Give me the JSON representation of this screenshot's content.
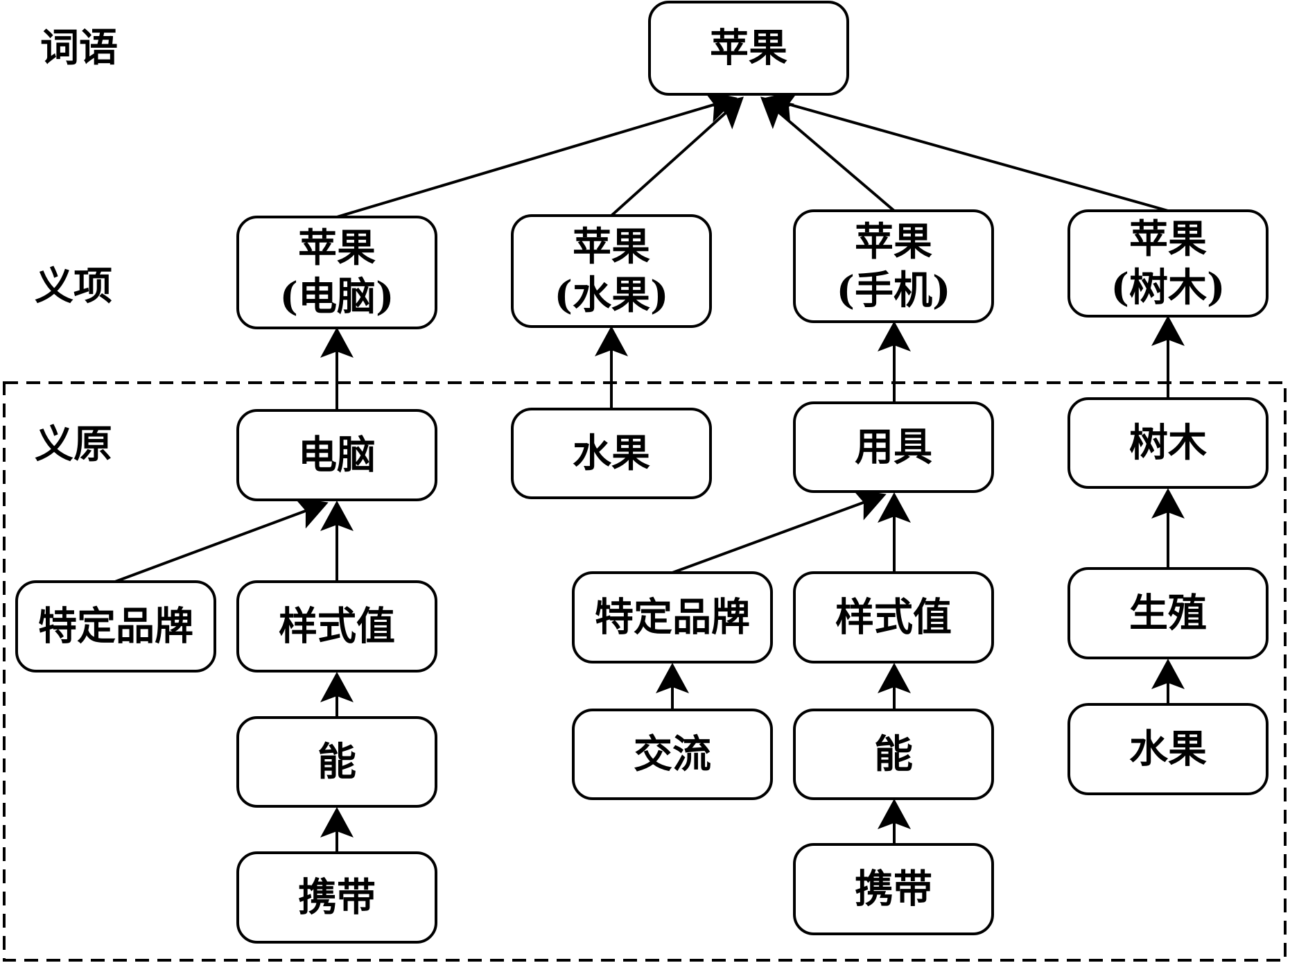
{
  "layers": {
    "word": "词语",
    "sense": "义项",
    "sememe": "义原"
  },
  "nodes": {
    "apple_word": [
      "苹果"
    ],
    "sense_computer": [
      "苹果",
      "(电脑)"
    ],
    "sense_fruit": [
      "苹果",
      "(水果)"
    ],
    "sense_phone": [
      "苹果",
      "(手机)"
    ],
    "sense_tree": [
      "苹果",
      "(树木)"
    ],
    "sememe_computer": [
      "电脑"
    ],
    "sememe_fruit": [
      "水果"
    ],
    "sememe_tool": [
      "用具"
    ],
    "sememe_tree": [
      "树木"
    ],
    "brand_1": [
      "特定品牌"
    ],
    "pattern_value_1": [
      "样式值"
    ],
    "able_1": [
      "能"
    ],
    "carry_1": [
      "携带"
    ],
    "brand_2": [
      "特定品牌"
    ],
    "communicate": [
      "交流"
    ],
    "pattern_value_2": [
      "样式值"
    ],
    "able_2": [
      "能"
    ],
    "carry_2": [
      "携带"
    ],
    "reproduce": [
      "生殖"
    ],
    "fruit_leaf": [
      "水果"
    ]
  },
  "edges": [
    [
      "sense_computer",
      "apple_word"
    ],
    [
      "sense_fruit",
      "apple_word"
    ],
    [
      "sense_phone",
      "apple_word"
    ],
    [
      "sense_tree",
      "apple_word"
    ],
    [
      "sememe_computer",
      "sense_computer"
    ],
    [
      "sememe_fruit",
      "sense_fruit"
    ],
    [
      "sememe_tool",
      "sense_phone"
    ],
    [
      "sememe_tree",
      "sense_tree"
    ],
    [
      "brand_1",
      "sememe_computer"
    ],
    [
      "pattern_value_1",
      "sememe_computer"
    ],
    [
      "able_1",
      "pattern_value_1"
    ],
    [
      "carry_1",
      "able_1"
    ],
    [
      "brand_2",
      "sememe_tool"
    ],
    [
      "pattern_value_2",
      "sememe_tool"
    ],
    [
      "communicate",
      "brand_2"
    ],
    [
      "able_2",
      "pattern_value_2"
    ],
    [
      "carry_2",
      "able_2"
    ],
    [
      "reproduce",
      "sememe_tree"
    ],
    [
      "fruit_leaf",
      "reproduce"
    ]
  ]
}
